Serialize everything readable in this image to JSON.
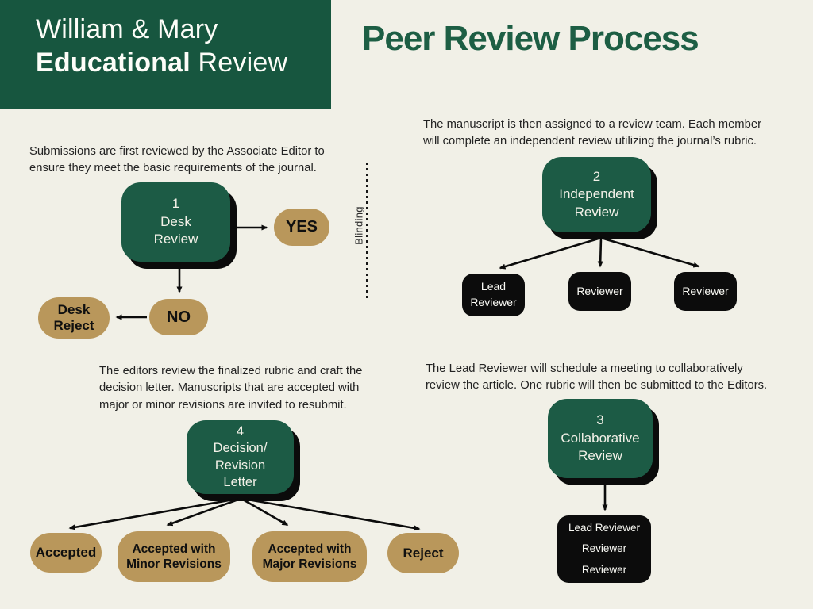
{
  "logo": {
    "line1": "William & Mary",
    "line2_bold": "Educational",
    "line2_rest": " Review"
  },
  "title": "Peer Review Process",
  "colors": {
    "background": "#f1f0e7",
    "header_green": "#17563f",
    "node_green": "#1c5b45",
    "title_green": "#1d5e44",
    "gold": "#b9975b",
    "black_box": "#0c0c0c"
  },
  "blinding_label": "Blinding",
  "step1": {
    "description": "Submissions are first reviewed by the Associate Editor to\nensure they meet the basic requirements of the journal.",
    "node_label": "1\nDesk\nReview",
    "yes_label": "YES",
    "no_label": "NO",
    "reject_label": "Desk\nReject"
  },
  "step2": {
    "description": "The manuscript is then assigned to a review team. Each member\nwill complete an independent review utilizing the journal’s rubric.",
    "node_label": "2\nIndependent\nReview",
    "reviewers": [
      "Lead\nReviewer",
      "Reviewer",
      "Reviewer"
    ]
  },
  "step3": {
    "description": "The Lead Reviewer will schedule a meeting to collaboratively\nreview the article. One rubric will then be submitted to the Editors.",
    "node_label": "3\nCollaborative\nReview",
    "team_label": "Lead Reviewer\nReviewer\nReviewer"
  },
  "step4": {
    "description": "The editors review the finalized rubric and craft the\ndecision letter. Manuscripts that are accepted with\nmajor or minor revisions are invited to resubmit.",
    "node_label": "4\nDecision/\nRevision\nLetter",
    "outcomes": [
      "Accepted",
      "Accepted with\nMinor Revisions",
      "Accepted with\nMajor Revisions",
      "Reject"
    ]
  }
}
